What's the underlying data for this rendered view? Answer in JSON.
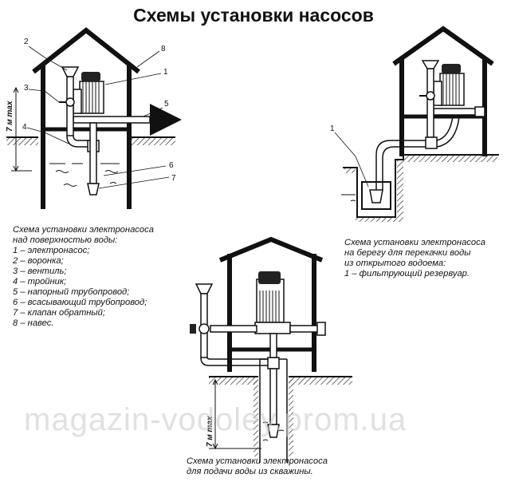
{
  "title": "Схемы установки насосов",
  "diagram1": {
    "caption_lines": [
      "Схема установки электронасоса",
      "над поверхностью воды:",
      "1 – электронасос;",
      "2 – воронка;",
      "3 – вентиль;",
      "4 – тройник;",
      "5 – напорный трубопровод;",
      "6 – всасывающий трубопровод;",
      "7 – клапан обратный;",
      "8 – навес."
    ],
    "callouts": [
      "1",
      "2",
      "3",
      "4",
      "5",
      "6",
      "7",
      "8"
    ],
    "height_label": "7 м max"
  },
  "diagram2": {
    "caption_lines": [
      "Схема установки электронасоса",
      "на берегу для перекачки воды",
      "из открытого водоема:",
      "1 – фильтрующий резервуар."
    ],
    "callouts": [
      "1"
    ]
  },
  "diagram3": {
    "caption_lines": [
      "Схема установки электронасоса",
      "для подачи воды из скважины."
    ],
    "height_label": "7 м max"
  },
  "watermark": "magazin-vodoley.prom.ua"
}
